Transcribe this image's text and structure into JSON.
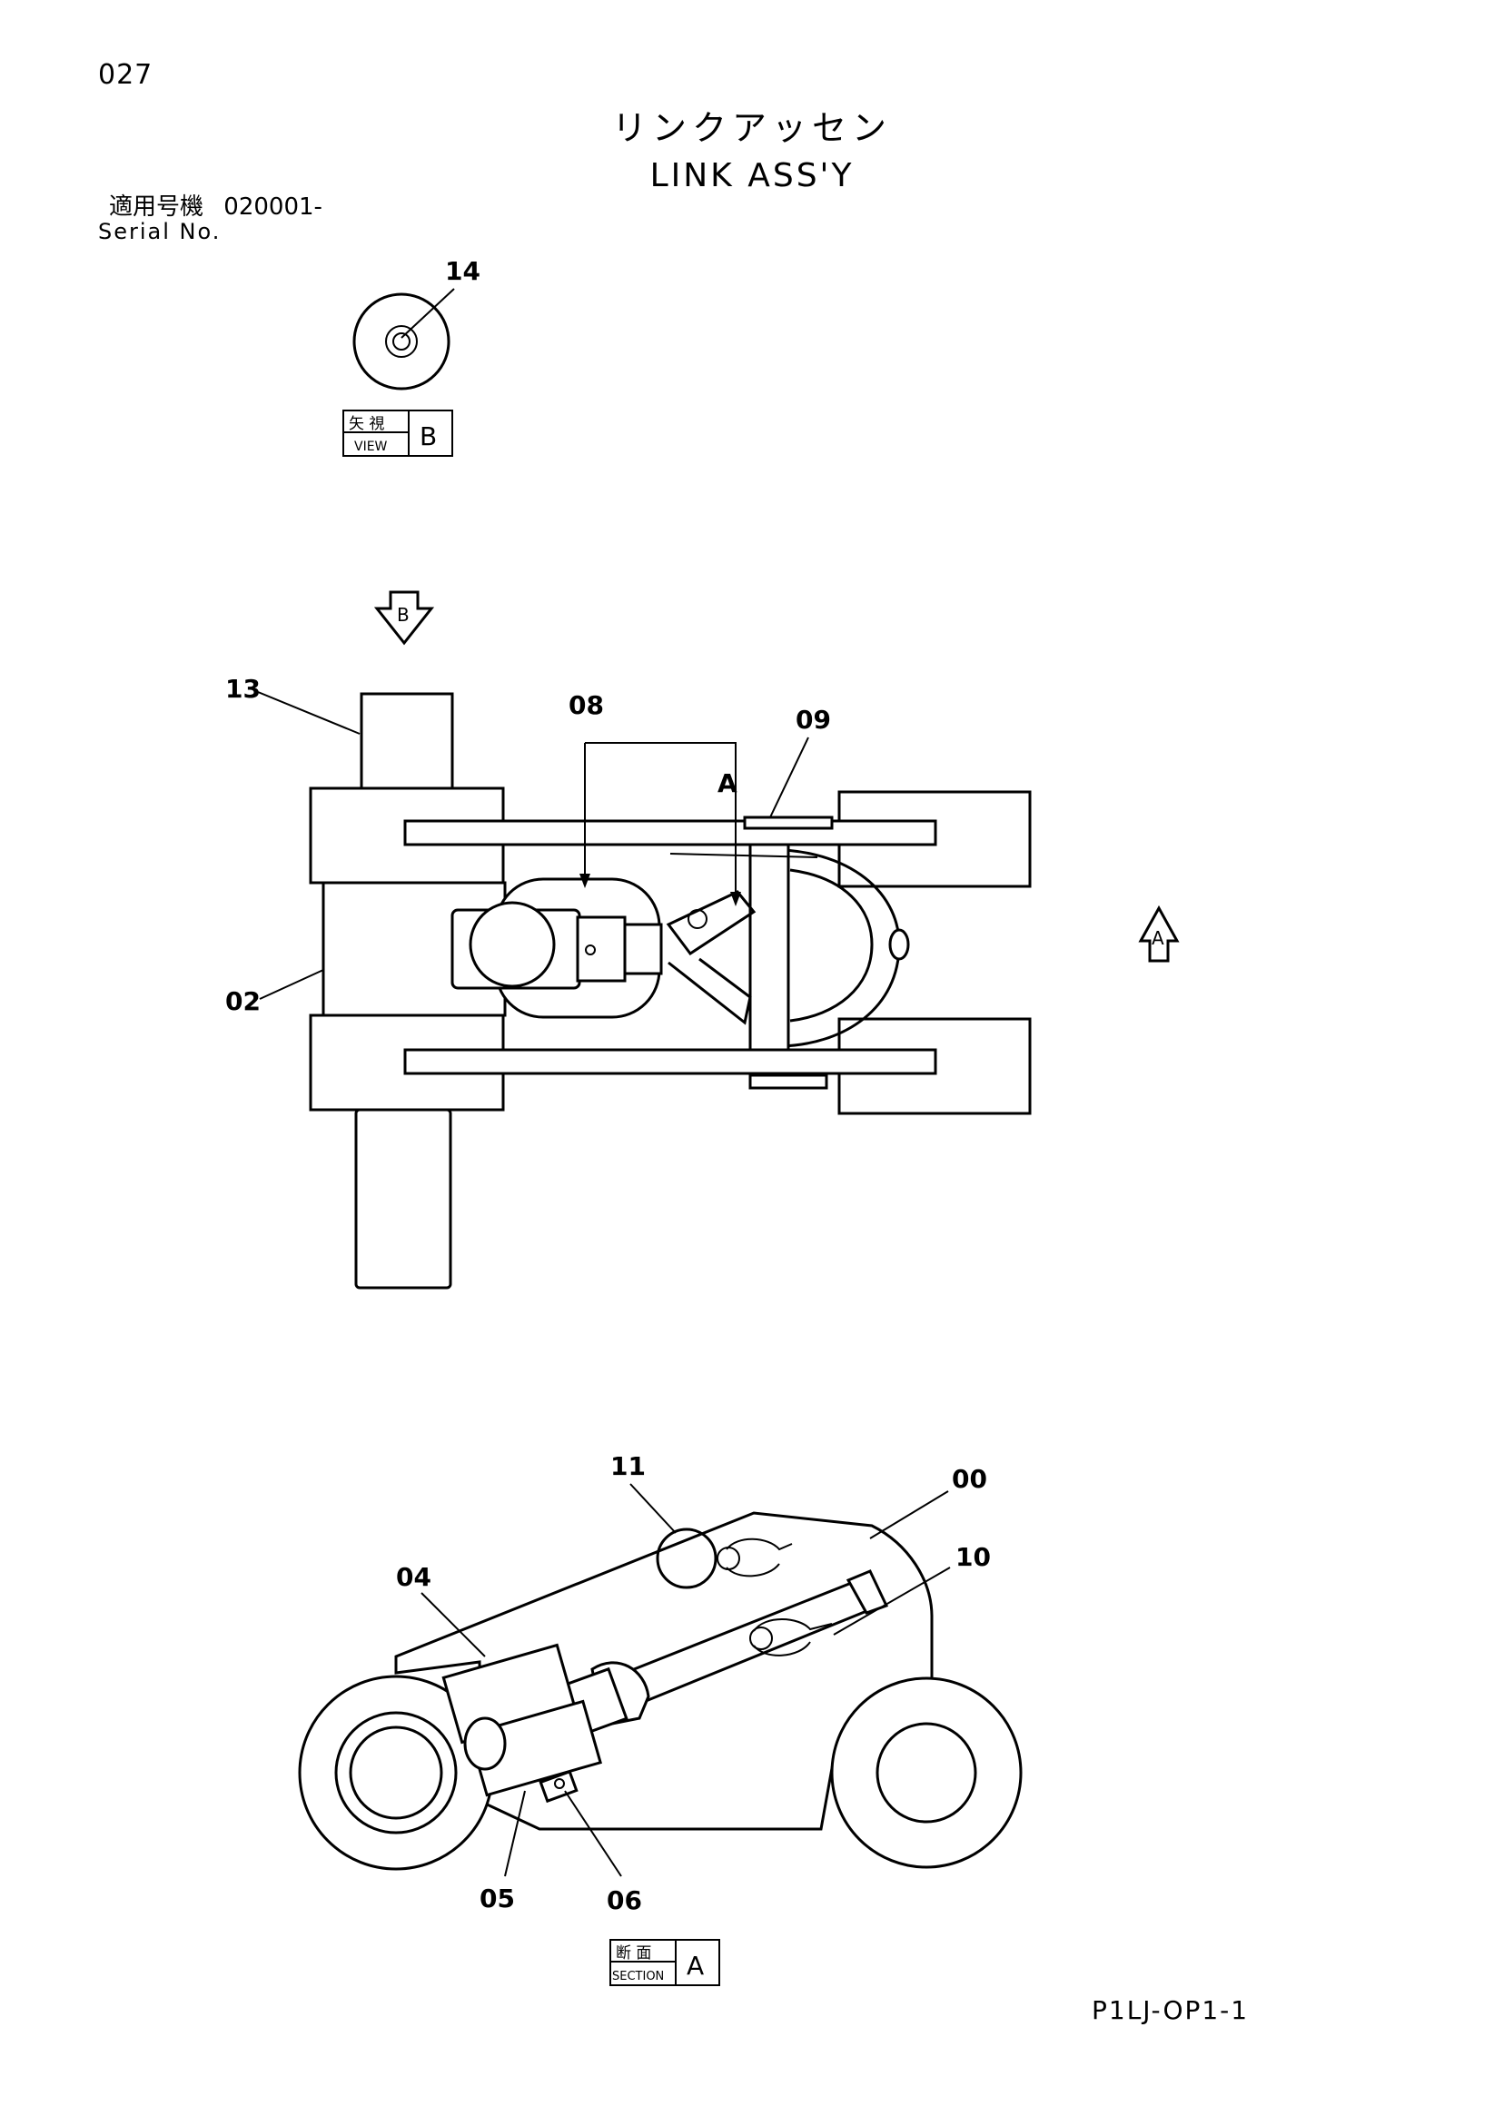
{
  "header": {
    "page_number": "027",
    "title_jp": "リンクアッセン",
    "title_en": "LINK ASS'Y",
    "serial_label_jp": "適用号機",
    "serial_value": "020001-",
    "serial_label_en": "Serial No."
  },
  "view_b": {
    "label_jp": "矢 視",
    "label_en": "VIEW",
    "letter": "B",
    "arrow_letter": "B"
  },
  "section_a": {
    "label_jp": "断 面",
    "label_en": "SECTION",
    "letter": "A",
    "arrow_letter": "A",
    "cut_letter": "A"
  },
  "callouts": [
    "14",
    "13",
    "08",
    "09",
    "02",
    "11",
    "00",
    "04",
    "10",
    "05",
    "06"
  ],
  "footer": {
    "document_code": "P1LJ-OP1-1"
  }
}
